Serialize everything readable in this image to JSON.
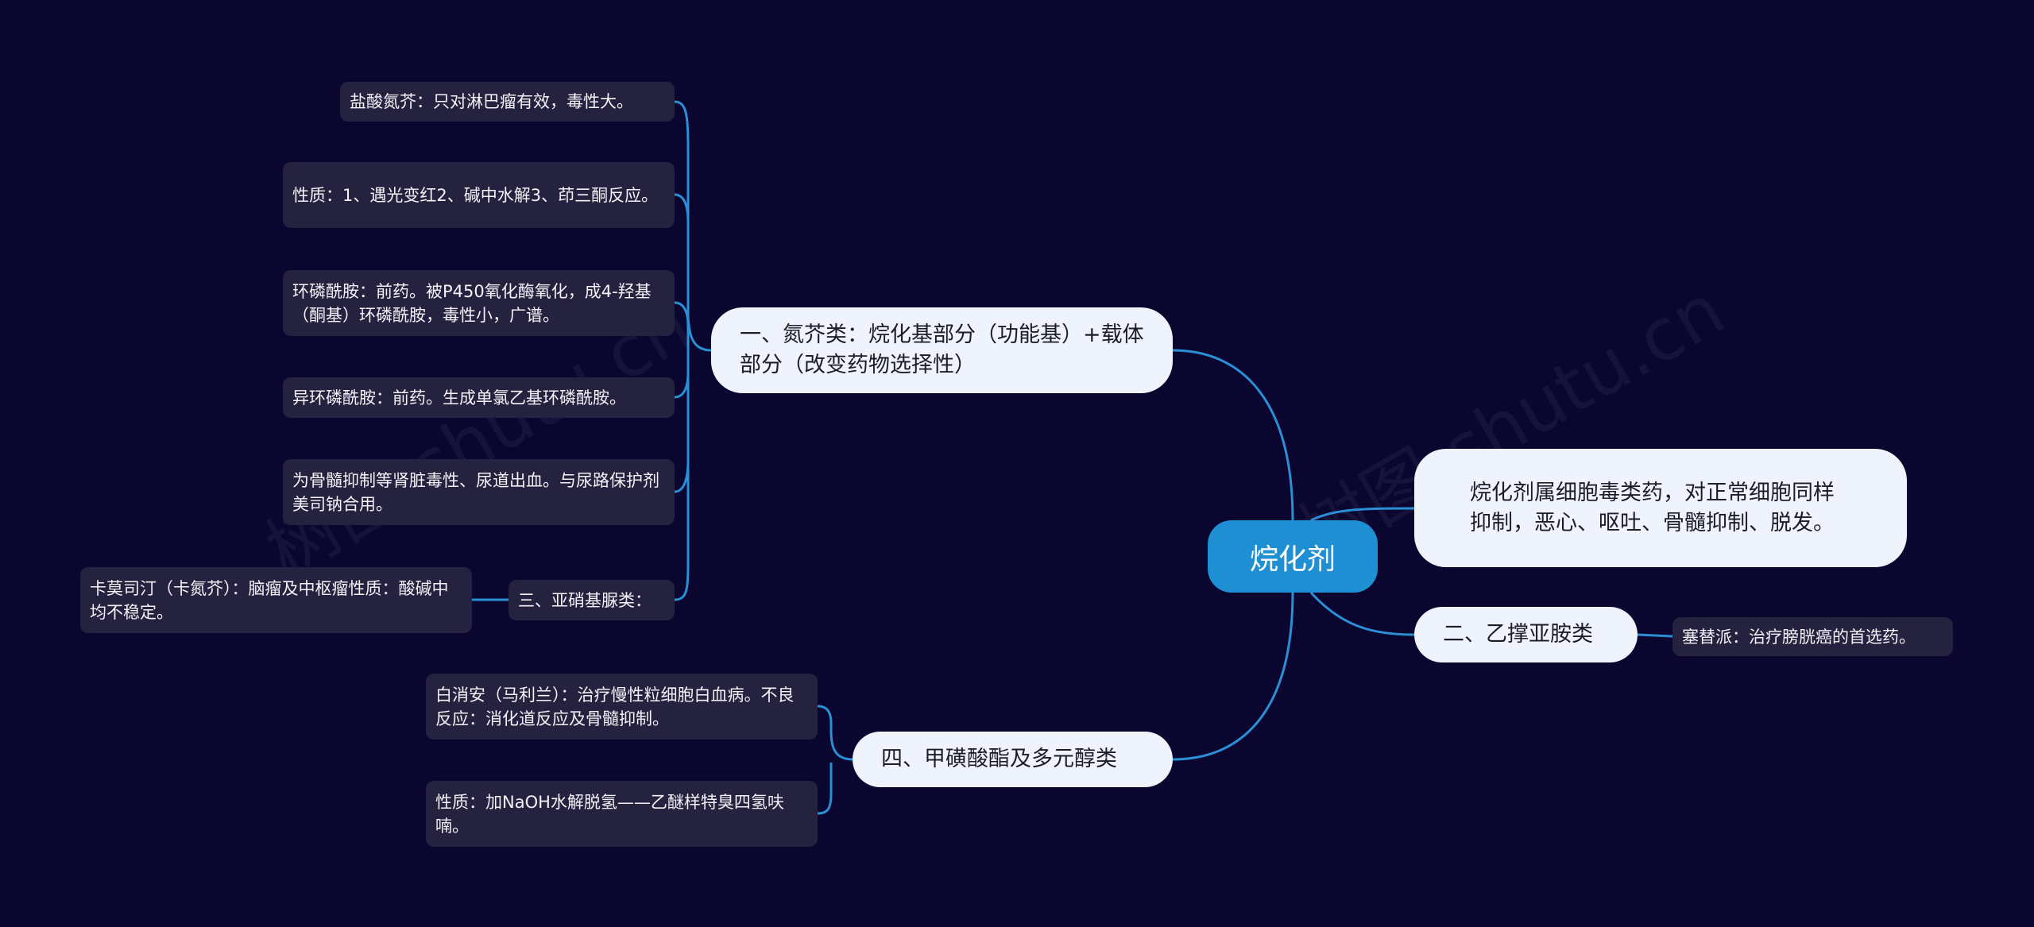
{
  "watermark": "树图 shutu.cn",
  "colors": {
    "background": "#0a0630",
    "line": "#2a8fd4",
    "center": "#1e8fd3",
    "leaf": "#25223f",
    "main": "#eef3fc"
  },
  "center": "烷化剂",
  "branches": {
    "nitrogen_mustard": {
      "label": "一、氮芥类：烷化基部分（功能基）+载体部分（改变药物选择性）",
      "leaves": [
        "盐酸氮芥：只对淋巴瘤有效，毒性大。",
        "性质：1、遇光变红2、碱中水解3、茚三酮反应。",
        "环磷酰胺：前药。被P450氧化酶氧化，成4-羟基（酮基）环磷酰胺，毒性小，广谱。",
        "异环磷酰胺：前药。生成单氯乙基环磷酰胺。",
        "为骨髓抑制等肾脏毒性、尿道出血。与尿路保护剂美司钠合用。"
      ]
    },
    "nitrosourea": {
      "label": "三、亚硝基脲类：",
      "leaf": "卡莫司汀（卡氮芥）：脑瘤及中枢瘤性质：酸碱中均不稳定。"
    },
    "description": "烷化剂属细胞毒类药，对正常细胞同样抑制，恶心、呕吐、骨髓抑制、脱发。",
    "ethylenimine": {
      "label": "二、乙撑亚胺类",
      "leaf": "塞替派：治疗膀胱癌的首选药。"
    },
    "sulfonate": {
      "label": "四、甲磺酸酯及多元醇类",
      "leaves": [
        "白消安（马利兰）：治疗慢性粒细胞白血病。不良反应：消化道反应及骨髓抑制。",
        "性质：加NaOH水解脱氢——乙醚样特臭四氢呋喃。"
      ]
    }
  }
}
